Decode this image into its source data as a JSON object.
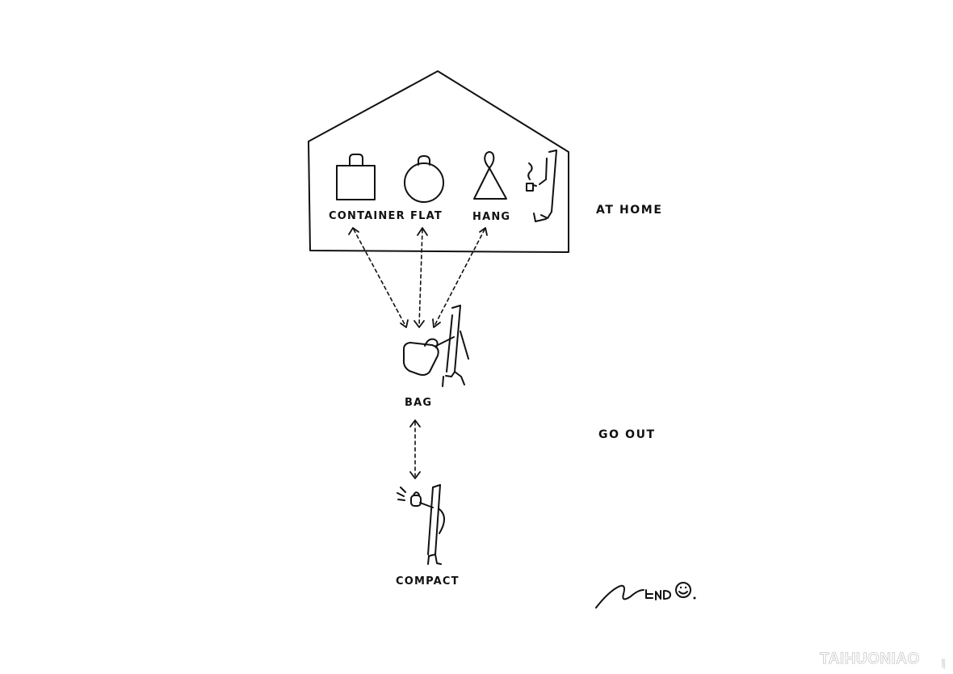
{
  "house": {
    "items": [
      {
        "label": "CONTAINER"
      },
      {
        "label": "FLAT"
      },
      {
        "label": "HANG"
      }
    ]
  },
  "labels": {
    "at_home": "AT HOME",
    "go_out": "GO OUT",
    "bag": "BAG",
    "compact": "COMPACT"
  },
  "signature": "nendo",
  "watermark": {
    "text": "TAIHUONIAO",
    "suffix": ".com"
  },
  "colors": {
    "ink": "#111111",
    "background": "#ffffff",
    "watermark_outline": "#c8c8c8"
  }
}
